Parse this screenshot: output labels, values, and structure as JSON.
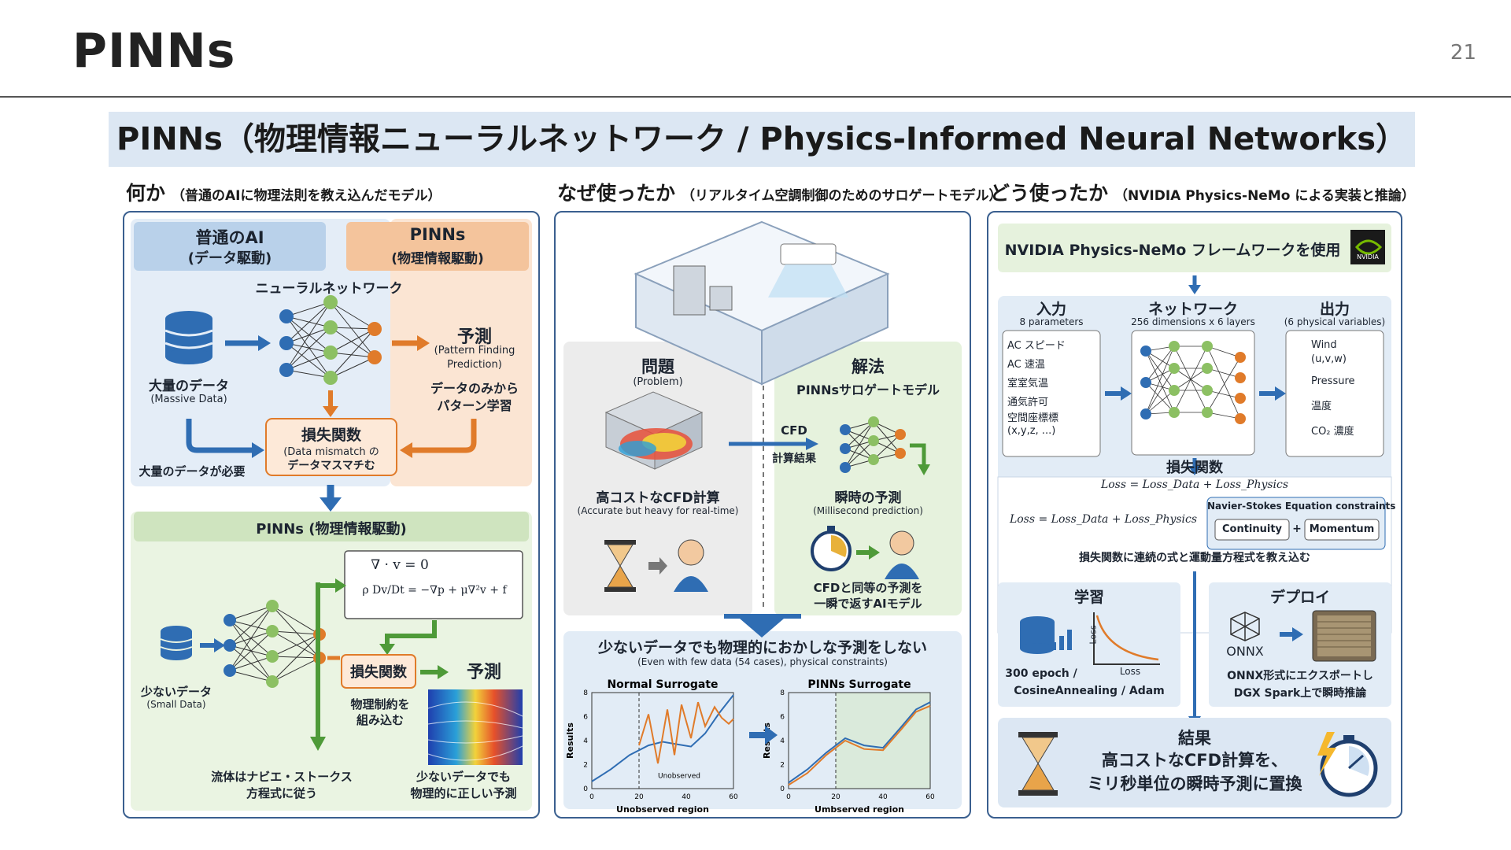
{
  "slide": {
    "title": "PINNs",
    "page_number": "21"
  },
  "banner": {
    "title": "PINNs（物理情報ニューラルネットワーク / Physics-Informed Neural Networks）"
  },
  "col1": {
    "heading": "何か",
    "subheading": "（普通のAIに物理法則を教え込んだモデル）",
    "normal_ai_title": "普通のAI",
    "normal_ai_sub": "(データ駆動)",
    "pinns_title": "PINNs",
    "pinns_sub": "(物理情報駆動)",
    "nn_label": "ニューラルネットワーク",
    "data_label": "大量のデータ",
    "data_label_en": "(Massive Data)",
    "predict_label": "予測",
    "predict_en1": "(Pattern Finding",
    "predict_en2": "Prediction)",
    "pattern_learn1": "データのみから",
    "pattern_learn2": "パターン学習",
    "loss_title": "損失関数",
    "loss_en": "(Data mismatch の",
    "loss_sub": "データマスマチむ",
    "data_needed": "大量のデータが必要",
    "pinns_bar": "PINNs (物理情報駆動)",
    "eq1": "∇ · v = 0",
    "eq2": "ρ Dv/Dt = −∇p + μ∇²v + f",
    "small_data": "少ないデータ",
    "small_data_en": "(Small Data)",
    "loss2": "損失関数",
    "predict2": "予測",
    "phys_constraint1": "物理制約を",
    "phys_constraint2": "組み込む",
    "navier1": "流体はナビエ・ストークス",
    "navier2": "方程式に従う",
    "correct1": "少ないデータでも",
    "correct2": "物理的に正しい予測"
  },
  "col2": {
    "heading": "なぜ使ったか",
    "subheading": "（リアルタイム空調制御のためのサロゲートモデル）",
    "problem_title": "問題",
    "problem_en": "(Problem)",
    "solution_title": "解法",
    "solution_sub": "PINNsサロゲートモデル",
    "cfd_label1": "CFD",
    "cfd_label2": "計算結果",
    "cfd_cost": "高コストなCFD計算",
    "cfd_cost_en": "(Accurate but heavy for real-time)",
    "instant_pred": "瞬時の予測",
    "instant_pred_en": "(Millisecond prediction)",
    "ai_model1": "CFDと同等の予測を",
    "ai_model2": "一瞬で返すAIモデル",
    "bottom_title": "少ないデータでも物理的におかしな予測をしない",
    "bottom_sub": "(Even with few data (54 cases), physical constraints)",
    "unobserved_annot": "Unobserved"
  },
  "chart_data": [
    {
      "type": "line",
      "title": "Normal Surrogate",
      "xlabel": "Unobserved region",
      "ylabel": "Results",
      "xlim": [
        0,
        60
      ],
      "ylim": [
        0,
        8
      ],
      "x_ticks": [
        0,
        20,
        40,
        60
      ],
      "y_ticks": [
        0,
        2,
        4,
        6,
        8
      ],
      "series": [
        {
          "color": "#2f6db3",
          "x": [
            0,
            8,
            16,
            24,
            30,
            36,
            42,
            48,
            54,
            60
          ],
          "y": [
            0.6,
            1.6,
            2.8,
            3.6,
            3.9,
            3.7,
            3.5,
            4.6,
            6.3,
            7.8
          ]
        },
        {
          "color": "#e07b2a",
          "x": [
            20,
            24,
            28,
            32,
            35,
            38,
            42,
            45,
            48,
            52,
            55,
            58,
            60
          ],
          "y": [
            3.6,
            6.2,
            2.1,
            6.6,
            2.8,
            7.0,
            4.2,
            7.2,
            5.2,
            6.8,
            5.9,
            5.4,
            5.8
          ]
        }
      ]
    },
    {
      "type": "line",
      "title": "PINNs Surrogate",
      "xlabel": "Umbserved region",
      "ylabel": "Results",
      "xlim": [
        0,
        60
      ],
      "ylim": [
        0,
        8
      ],
      "x_ticks": [
        0,
        20,
        40,
        60
      ],
      "y_ticks": [
        0,
        2,
        4,
        6,
        8
      ],
      "series": [
        {
          "color": "#2f6db3",
          "x": [
            0,
            8,
            16,
            24,
            32,
            40,
            48,
            54,
            60
          ],
          "y": [
            0.5,
            1.6,
            3.0,
            4.2,
            3.6,
            3.4,
            5.2,
            6.6,
            7.2
          ]
        },
        {
          "color": "#e07b2a",
          "x": [
            0,
            8,
            16,
            24,
            32,
            40,
            48,
            54,
            60
          ],
          "y": [
            0.3,
            1.3,
            2.8,
            4.0,
            3.3,
            3.2,
            5.0,
            6.4,
            6.9
          ]
        }
      ]
    }
  ],
  "col3": {
    "heading": "どう使ったか",
    "subheading": "（NVIDIA Physics-NeMo による実装と推論）",
    "framework": "NVIDIA Physics-NeMo フレームワークを使用",
    "nvidia_logo": "NVIDIA",
    "input_title": "入力",
    "input_sub": "8 parameters",
    "inputs": [
      "AC スピード",
      "AC 速温",
      "室室気温",
      "通気許可",
      "空間座標標",
      "(x,y,z, ...)"
    ],
    "network_title": "ネットワーク",
    "network_sub": "256 dimensions x 6 layers",
    "output_title": "出力",
    "output_sub": "(6 physical variables)",
    "outputs": [
      "Wind",
      "(u,v,w)",
      "Pressure",
      "温度",
      "CO₂ 濃度"
    ],
    "loss_title": "損失関数",
    "loss_eq1": "Loss = Loss_Data + Loss_Physics",
    "loss_eq2": "Loss = Loss_Data + Loss_Physics",
    "ns_constraints": "Navier-Stokes Equation constraints",
    "continuity": "Continuity",
    "plus": "+",
    "momentum": "Momentum",
    "loss_note": "損失関数に連続の式と運動量方程式を教え込む",
    "train_title": "学習",
    "train_loss_axis": "Loss",
    "train_loss_x": "Loss",
    "train1": "300 epoch /",
    "train2": "CosineAnnealing / Adam",
    "deploy_title": "デプロイ",
    "onnx": "ONNX",
    "deploy1": "ONNX形式にエクスポートし",
    "deploy2": "DGX Spark上で瞬時推論",
    "result_title": "結果",
    "result1": "高コストなCFD計算を、",
    "result2": "ミリ秒単位の瞬時予測に置換"
  }
}
